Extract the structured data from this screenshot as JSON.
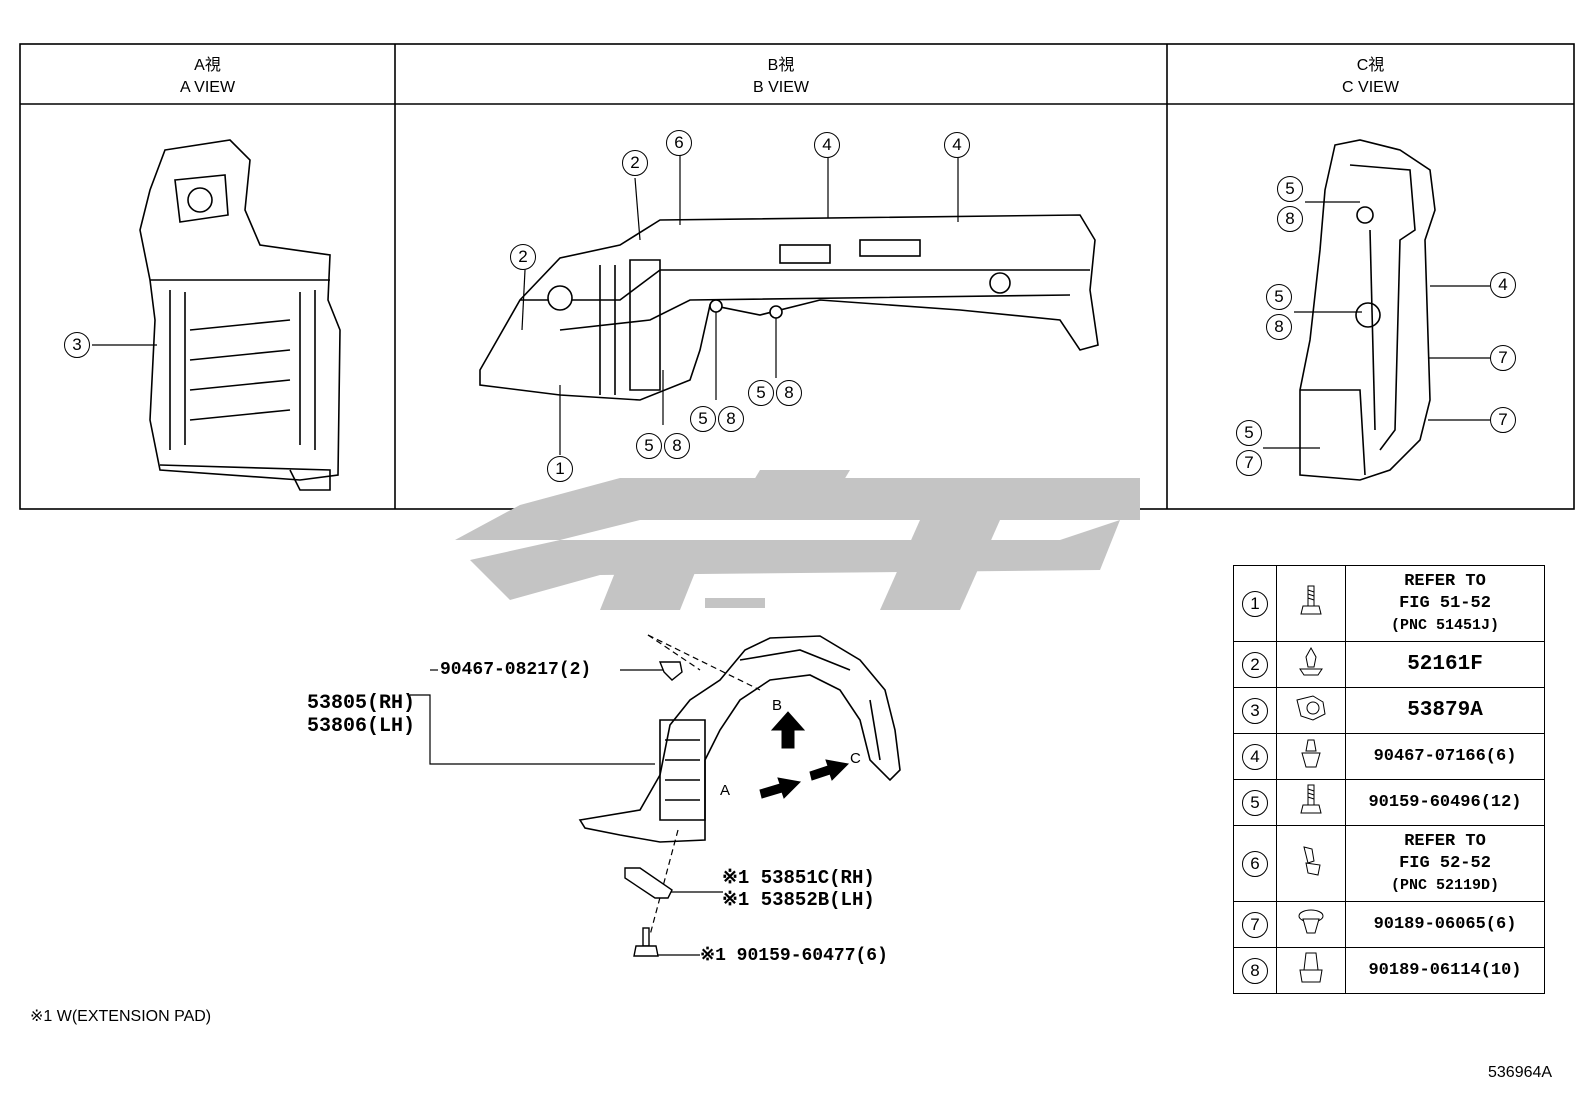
{
  "views": [
    {
      "title_jp": "A視",
      "title_en": "A VIEW"
    },
    {
      "title_jp": "B視",
      "title_en": "B VIEW"
    },
    {
      "title_jp": "C視",
      "title_en": "C VIEW"
    }
  ],
  "a_view_callouts": [
    "3"
  ],
  "b_view_callouts": [
    "2",
    "6",
    "4",
    "4",
    "2",
    "5",
    "8",
    "5",
    "8",
    "5",
    "8",
    "1"
  ],
  "c_view_callouts": [
    "5",
    "8",
    "4",
    "5",
    "8",
    "7",
    "7",
    "5",
    "7"
  ],
  "main": {
    "part_rh": "53805(RH)",
    "part_lh": "53806(LH)",
    "clip_top": "90467-08217(2)",
    "pad_rh": "※1 53851C(RH)",
    "pad_lh": "※1 53852B(LH)",
    "screw": "※1 90159-60477(6)",
    "arrow_a": "A",
    "arrow_b": "B",
    "arrow_c": "C"
  },
  "legend": [
    {
      "num": "1",
      "icon": "screw-icon",
      "lines": [
        "REFER TO",
        "FIG 51-52",
        "(PNC 51451J)"
      ]
    },
    {
      "num": "2",
      "icon": "clip-icon",
      "lines": [
        "52161F"
      ]
    },
    {
      "num": "3",
      "icon": "bracket-clip-icon",
      "lines": [
        "53879A"
      ]
    },
    {
      "num": "4",
      "icon": "push-clip-icon",
      "lines": [
        "90467-07166(6)"
      ]
    },
    {
      "num": "5",
      "icon": "screw-icon",
      "lines": [
        "90159-60496(12)"
      ]
    },
    {
      "num": "6",
      "icon": "clip-angled-icon",
      "lines": [
        "REFER TO",
        "FIG 52-52",
        "(PNC 52119D)"
      ]
    },
    {
      "num": "7",
      "icon": "grommet-icon",
      "lines": [
        "90189-06065(6)"
      ]
    },
    {
      "num": "8",
      "icon": "nut-clip-icon",
      "lines": [
        "90189-06114(10)"
      ]
    }
  ],
  "footnote": "※1 W(EXTENSION PAD)",
  "drawing_number": "536964A"
}
